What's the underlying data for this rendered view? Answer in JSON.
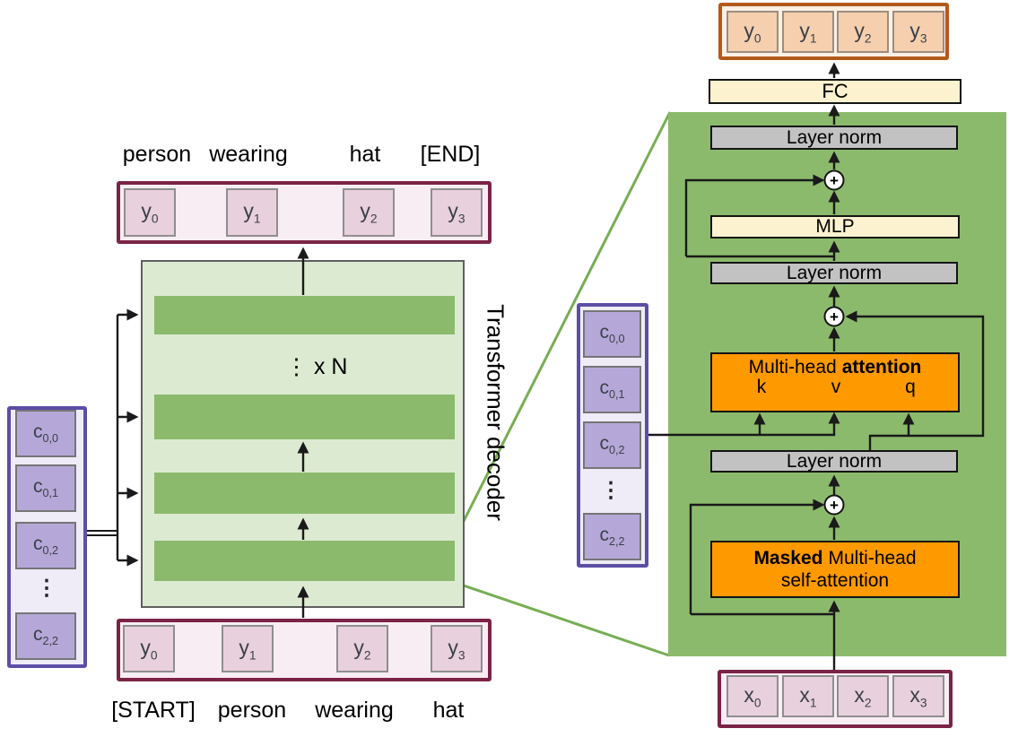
{
  "labels": {
    "fc": "FC",
    "mlp": "MLP",
    "layer_norm": "Layer norm",
    "mha_prefix": "Multi-head",
    "mha_bold": "attention",
    "k": "k",
    "v": "v",
    "q": "q",
    "masked_bold": "Masked",
    "masked_suffix": "Multi-head",
    "masked_line2": "self-attention",
    "plus": "+",
    "repeat": "⋮  x N",
    "transformer_decoder": "Transformer decoder",
    "ellipsis": "⋮"
  },
  "tokens": {
    "y": [
      {
        "base": "y",
        "sub": "0"
      },
      {
        "base": "y",
        "sub": "1"
      },
      {
        "base": "y",
        "sub": "2"
      },
      {
        "base": "y",
        "sub": "3"
      }
    ],
    "x": [
      {
        "base": "x",
        "sub": "0"
      },
      {
        "base": "x",
        "sub": "1"
      },
      {
        "base": "x",
        "sub": "2"
      },
      {
        "base": "x",
        "sub": "3"
      }
    ],
    "c": [
      {
        "base": "c",
        "sub": "0,0"
      },
      {
        "base": "c",
        "sub": "0,1"
      },
      {
        "base": "c",
        "sub": "0,2"
      },
      {
        "base": "c",
        "sub": "2,2"
      }
    ]
  },
  "words": {
    "top": [
      "person",
      "wearing",
      "hat",
      "[END]"
    ],
    "bottom": [
      "[START]",
      "person",
      "wearing",
      "hat"
    ]
  },
  "colors": {
    "panel_green": "#8cba6c",
    "light_green": "#dcead2",
    "orange": "#ff9900",
    "yellow": "#fdf2cf",
    "gray": "#c2c2c2",
    "maroon": "#7b2346",
    "pink_bg": "#f8edf3",
    "pink_box": "#e9d0dd",
    "peach_box": "#f6cfae",
    "peach_border": "#b35a1a",
    "purple_border": "#5c4ea6",
    "purple_bg": "#efecf8",
    "purple_box": "#b5a8d8",
    "connector_green": "#77ae53"
  }
}
